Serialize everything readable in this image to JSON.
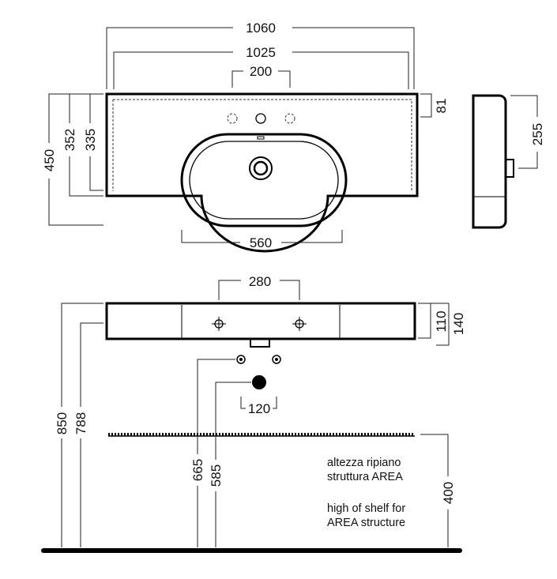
{
  "dimensions": {
    "overall_width": "1060",
    "inner_width": "1025",
    "tap_holes_spacing": "200",
    "bowl_width": "560",
    "depth_total": "450",
    "depth_352": "352",
    "depth_335": "335",
    "side_81": "81",
    "side_255": "255",
    "front_280": "280",
    "front_110": "110",
    "front_140": "140",
    "drain_120": "120",
    "height_850": "850",
    "height_788": "788",
    "height_665": "665",
    "height_585": "585",
    "shelf_400": "400"
  },
  "notes": {
    "it_line1": "altezza ripiano",
    "it_line2": "struttura AREA",
    "en_line1": "high of shelf for",
    "en_line2": "AREA structure"
  }
}
